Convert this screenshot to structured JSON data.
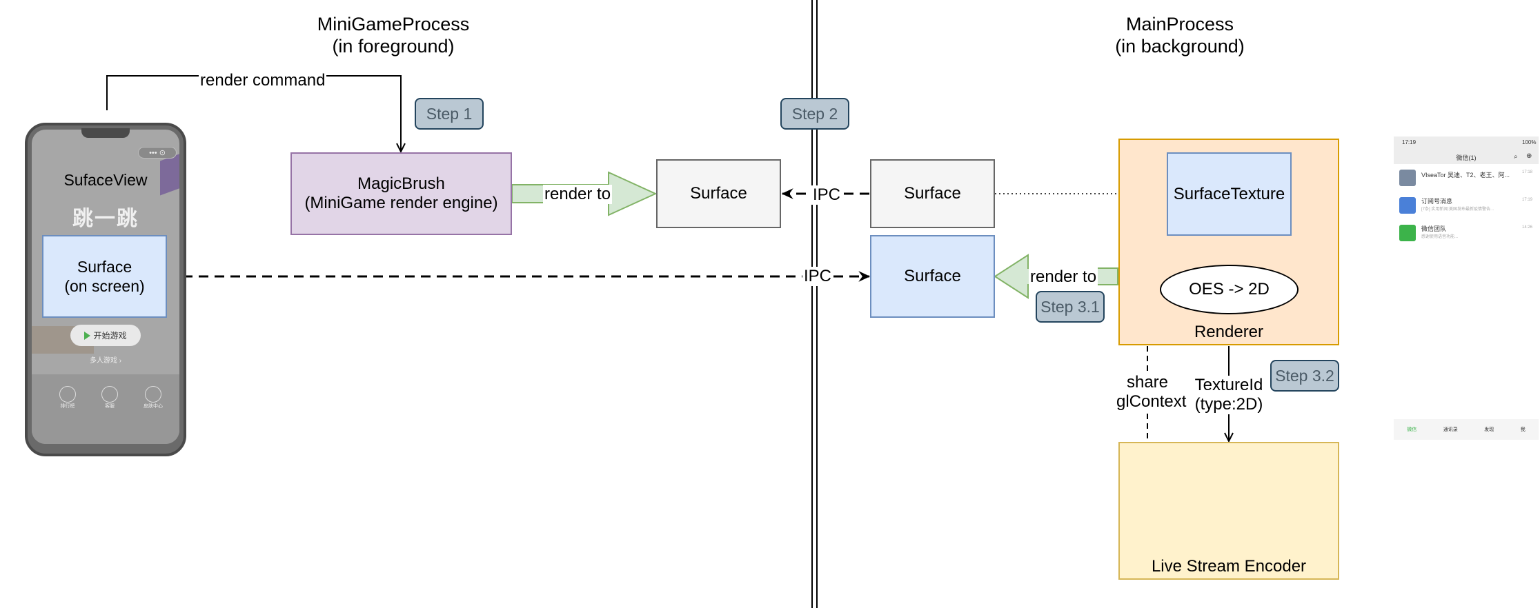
{
  "titles": {
    "minigame": "MiniGameProcess\n(in foreground)",
    "main": "MainProcess\n(in background)"
  },
  "steps": {
    "step1": "Step 1",
    "step2": "Step 2",
    "step31": "Step 3.1",
    "step32": "Step 3.2"
  },
  "boxes": {
    "magicbrush": "MagicBrush\n(MiniGame render engine)",
    "surface_left": "Surface",
    "surface_right_top": "Surface",
    "surface_right_bottom": "Surface",
    "surface_texture": "SurfaceTexture",
    "oes": "OES -> 2D",
    "renderer": "Renderer",
    "encoder": "Live Stream Encoder",
    "surface_on_screen": "Surface\n(on screen)"
  },
  "labels": {
    "render_command": "render  command",
    "render_to_1": "render to",
    "render_to_2": "render to",
    "ipc_1": "IPC",
    "ipc_2": "IPC",
    "share": "share\nglContext",
    "texture": "TextureId\n(type:2D)"
  },
  "phone": {
    "view_label": "SufaceView",
    "game_title": "跳一跳",
    "start_label": "开始游戏",
    "multi_label": "多人游戏  ›",
    "capsule": "•••   ⊙",
    "bottom_icons": [
      {
        "icon": "trophy-icon",
        "label": "排行榜"
      },
      {
        "icon": "chat-icon",
        "label": "客服"
      },
      {
        "icon": "shirt-icon",
        "label": "皮肤中心"
      }
    ]
  },
  "wechat": {
    "time": "17:19",
    "battery": "100%",
    "title": "微信(1)",
    "rows": [
      {
        "name": "VIseaTor 吴迪、T2、老王、阿...",
        "time": "17:18",
        "snippet": "",
        "color": "#7a8aa0"
      },
      {
        "name": "订阅号消息",
        "time": "17:19",
        "snippet": "[7条] 实用新闻:美国发布最新疫情警告...",
        "color": "#4a80d8"
      },
      {
        "name": "微信团队",
        "time": "14:26",
        "snippet": "感谢使用语音功能...",
        "color": "#3cb34a"
      }
    ],
    "tabs": [
      "微信",
      "通讯录",
      "发现",
      "我"
    ]
  },
  "colors": {
    "magicbrush_fill": "#e1d5e7",
    "magicbrush_stroke": "#9673a6",
    "gray_fill": "#f5f5f5",
    "gray_stroke": "#666666",
    "blue_fill": "#dae8fc",
    "blue_stroke": "#6c8ebf",
    "orange_fill": "#ffe6cc",
    "orange_stroke": "#d79b00",
    "yellow_fill": "#fff2cc",
    "yellow_stroke": "#d6b656",
    "green_fill": "#d5e8d4",
    "green_stroke": "#82b366",
    "step_fill": "#bac8d3",
    "step_stroke": "#23445d"
  }
}
